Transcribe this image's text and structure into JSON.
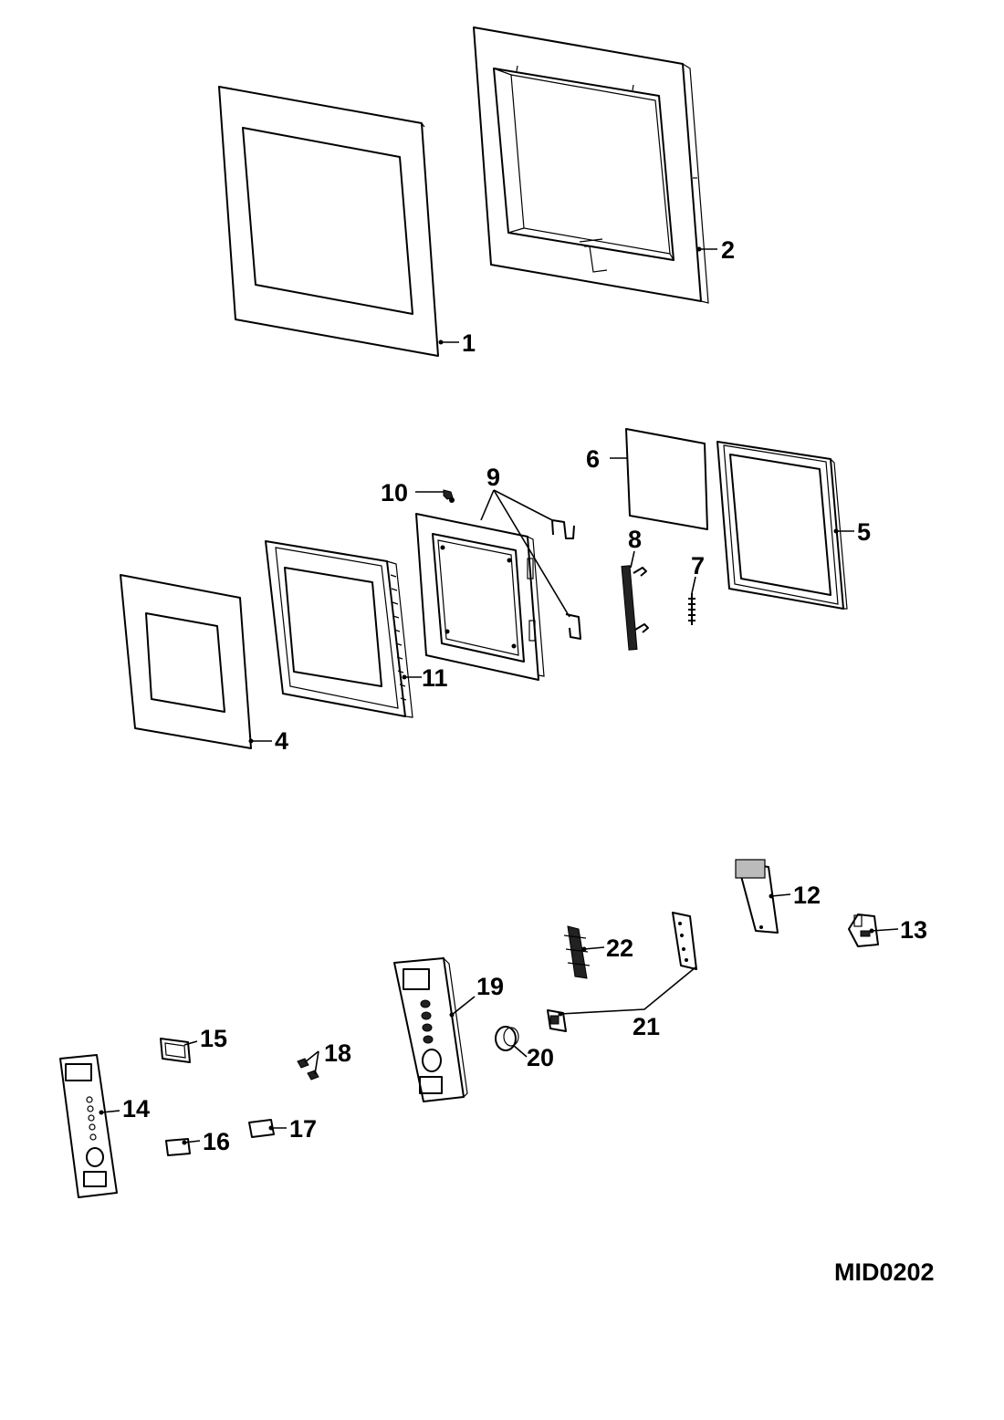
{
  "diagram": {
    "drawing_code": "MID0202",
    "callouts": [
      {
        "id": "1",
        "label": "1"
      },
      {
        "id": "2",
        "label": "2"
      },
      {
        "id": "4",
        "label": "4"
      },
      {
        "id": "5",
        "label": "5"
      },
      {
        "id": "6",
        "label": "6"
      },
      {
        "id": "7",
        "label": "7"
      },
      {
        "id": "8",
        "label": "8"
      },
      {
        "id": "9",
        "label": "9"
      },
      {
        "id": "10",
        "label": "10"
      },
      {
        "id": "11",
        "label": "11"
      },
      {
        "id": "12",
        "label": "12"
      },
      {
        "id": "13",
        "label": "13"
      },
      {
        "id": "14",
        "label": "14"
      },
      {
        "id": "15",
        "label": "15"
      },
      {
        "id": "16",
        "label": "16"
      },
      {
        "id": "17",
        "label": "17"
      },
      {
        "id": "18",
        "label": "18"
      },
      {
        "id": "19",
        "label": "19"
      },
      {
        "id": "20",
        "label": "20"
      },
      {
        "id": "21",
        "label": "21"
      },
      {
        "id": "22",
        "label": "22"
      }
    ]
  }
}
